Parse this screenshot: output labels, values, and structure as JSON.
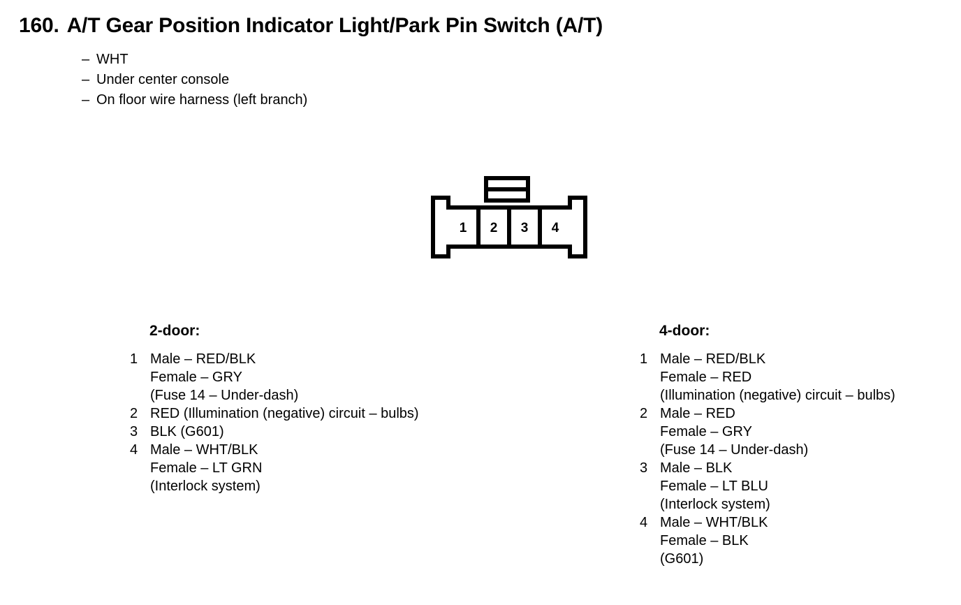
{
  "title": {
    "number": "160.",
    "text": "A/T Gear Position Indicator Light/Park Pin Switch (A/T)"
  },
  "subtitle_items": [
    "WHT",
    "Under center console",
    "On floor wire harness (left branch)"
  ],
  "connector": {
    "pins": [
      "1",
      "2",
      "3",
      "4"
    ],
    "outline_color": "#000000",
    "fill_color": "#ffffff"
  },
  "columns": [
    {
      "heading": "2-door:",
      "entries": [
        {
          "index": "1",
          "lines": [
            "Male – RED/BLK",
            "Female – GRY",
            "(Fuse 14 – Under-dash)"
          ]
        },
        {
          "index": "2",
          "lines": [
            "RED (Illumination (negative) circuit – bulbs)"
          ]
        },
        {
          "index": "3",
          "lines": [
            "BLK (G601)"
          ]
        },
        {
          "index": "4",
          "lines": [
            "Male – WHT/BLK",
            "Female – LT GRN",
            "(Interlock system)"
          ]
        }
      ]
    },
    {
      "heading": "4-door:",
      "entries": [
        {
          "index": "1",
          "lines": [
            "Male – RED/BLK",
            "Female – RED",
            "(Illumination (negative) circuit – bulbs)"
          ]
        },
        {
          "index": "2",
          "lines": [
            "Male – RED",
            "Female – GRY",
            "(Fuse 14 – Under-dash)"
          ]
        },
        {
          "index": "3",
          "lines": [
            "Male – BLK",
            "Female – LT BLU",
            "(Interlock system)"
          ]
        },
        {
          "index": "4",
          "lines": [
            "Male – WHT/BLK",
            "Female – BLK",
            "(G601)"
          ]
        }
      ]
    }
  ]
}
